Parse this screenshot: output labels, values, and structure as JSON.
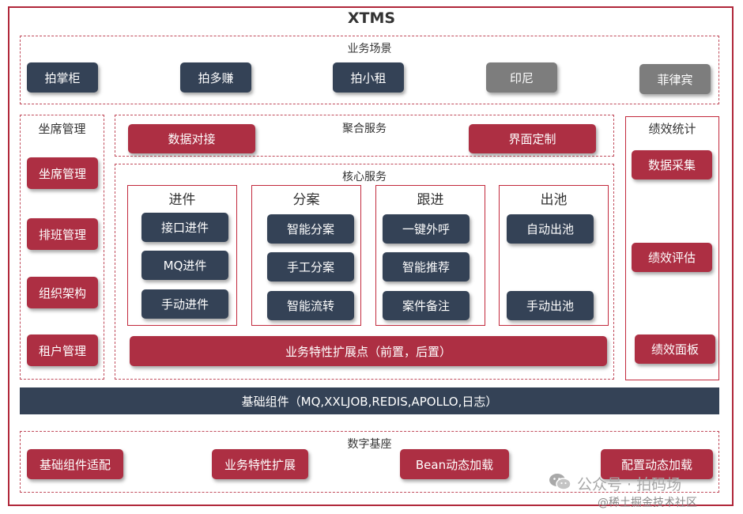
{
  "title": "XTMS",
  "business": {
    "title": "业务场景",
    "items": [
      "拍掌柜",
      "拍多赚",
      "拍小租",
      "印尼",
      "菲律宾"
    ]
  },
  "seat": {
    "title": "坐席管理",
    "items": [
      "坐席管理",
      "排班管理",
      "组织架构",
      "租户管理"
    ]
  },
  "aggregate": {
    "title": "聚合服务",
    "items": [
      "数据对接",
      "界面定制"
    ]
  },
  "core": {
    "title": "核心服务",
    "columns": [
      {
        "title": "进件",
        "items": [
          "接口进件",
          "MQ进件",
          "手动进件"
        ]
      },
      {
        "title": "分案",
        "items": [
          "智能分案",
          "手工分案",
          "智能流转"
        ]
      },
      {
        "title": "跟进",
        "items": [
          "一键外呼",
          "智能推荐",
          "案件备注"
        ]
      },
      {
        "title": "出池",
        "items": [
          "自动出池",
          "手动出池"
        ]
      }
    ],
    "extension": "业务特性扩展点（前置，后置）"
  },
  "perf": {
    "title": "绩效统计",
    "items": [
      "数据采集",
      "绩效评估",
      "绩效面板"
    ]
  },
  "base_bar": "基础组件（MQ,XXLJOB,REDIS,APOLLO,日志）",
  "digital": {
    "title": "数字基座",
    "items": [
      "基础组件适配",
      "业务特性扩展",
      "Bean动态加载",
      "配置动态加载"
    ]
  },
  "watermark": {
    "line1": "公众号 · 拍码场",
    "line2": "@稀土掘金技术社区"
  },
  "colors": {
    "red": "#ad2f43",
    "navy": "#344256",
    "gray": "#7d7d7d",
    "frame": "#b0273a"
  }
}
